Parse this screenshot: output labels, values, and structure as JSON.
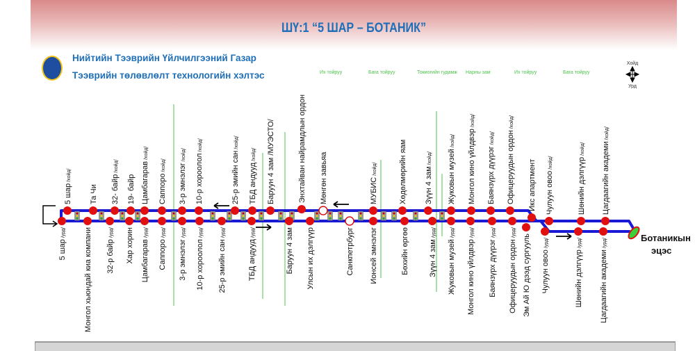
{
  "title": "ШҮ:1 “5 ШАР – БОТАНИК”",
  "organization": {
    "name": "Нийтийн Тээврийн Үйлчилгээний Газар",
    "department": "Тээврийн төлөвлөлт технологийн хэлтэс"
  },
  "compass": {
    "north": "Хойд",
    "south": "Урд"
  },
  "terminal": {
    "line1": "Ботаникын",
    "line2": "эцэс"
  },
  "colors": {
    "route": "#1a1ad6",
    "stop": "#e01010",
    "street": "#4cc44c",
    "terminal": "#3ad03a"
  },
  "north_stops": [
    {
      "name": "5 шар",
      "suffix": "/хойд/"
    },
    {
      "name": "Та Чи",
      "suffix": ""
    },
    {
      "name": "32- байр",
      "suffix": "/хойд/"
    },
    {
      "name": "19- байр",
      "suffix": ""
    },
    {
      "name": "Цамбагарав",
      "suffix": "/хойд/"
    },
    {
      "name": "Саппоро",
      "suffix": "/хойд/"
    },
    {
      "name": "3-р эмнэлэг",
      "suffix": "/хойд/"
    },
    {
      "name": "10-р хороолол",
      "suffix": "/хойд/"
    },
    {
      "name": "25-р эмийн сан",
      "suffix": "/хойд/"
    },
    {
      "name": "ТБД андууд",
      "suffix": "/хойд/"
    },
    {
      "name": "Баруун 4 зам /МУЭСТО/",
      "suffix": ""
    },
    {
      "name": "Энхтайван найрамдлын ордон",
      "suffix": ""
    },
    {
      "name": "Мөнгөн завьяа",
      "suffix": ""
    },
    {
      "name": "МУБИС",
      "suffix": "/хойд/"
    },
    {
      "name": "Хөдөлмөрийн яам",
      "suffix": ""
    },
    {
      "name": "Зүүн 4 зам",
      "suffix": "/хойд/"
    },
    {
      "name": "Жуковын музей",
      "suffix": "/хойд/"
    },
    {
      "name": "Монгол кино үйлдвэр",
      "suffix": "/хойд/"
    },
    {
      "name": "Баянзүрх дүүрэг",
      "suffix": "/хойд/"
    },
    {
      "name": "Офицеруудын ордон",
      "suffix": "/хойд/"
    },
    {
      "name": "Икс апартмент",
      "suffix": ""
    },
    {
      "name": "Чулуун овоо",
      "suffix": "/хойд/"
    },
    {
      "name": "Шөнийн дэлгүүр",
      "suffix": "/хойд/"
    },
    {
      "name": "Цагдаагийн академи",
      "suffix": "/хойд/"
    }
  ],
  "south_stops": [
    {
      "name": "5 шар",
      "suffix": "/урд/"
    },
    {
      "name": "Монгол хьюндай киа компани",
      "suffix": ""
    },
    {
      "name": "32-р байр",
      "suffix": "/урд/"
    },
    {
      "name": "Хар хорин",
      "suffix": ""
    },
    {
      "name": "Цамбагарав",
      "suffix": "/урд/"
    },
    {
      "name": "Саппоро",
      "suffix": "/урд/"
    },
    {
      "name": "3-р эмнэлэг",
      "suffix": "/урд/"
    },
    {
      "name": "10-р хороолол",
      "suffix": "/урд/"
    },
    {
      "name": "25-р эмийн сан",
      "suffix": "/урд/"
    },
    {
      "name": "ТБД андууд",
      "suffix": "/урд/"
    },
    {
      "name": "Баруун 4 зам",
      "suffix": ""
    },
    {
      "name": "Улсын их дэлгүүр",
      "suffix": ""
    },
    {
      "name": "Санкпетрбург",
      "suffix": ""
    },
    {
      "name": "Ионсей эмнэлэг",
      "suffix": ""
    },
    {
      "name": "Бөхийн өргөө",
      "suffix": ""
    },
    {
      "name": "Зүүн 4 зам",
      "suffix": "/урд/"
    },
    {
      "name": "Жуковын музей",
      "suffix": "/урд/"
    },
    {
      "name": "Монгол кино үйлдвэр",
      "suffix": "/урд/"
    },
    {
      "name": "Баянзүрх дүүрэг",
      "suffix": "/урд/"
    },
    {
      "name": "Офицеруудын ордон",
      "suffix": "/урд/"
    },
    {
      "name": "Эм Ай Ю дээд сургууль",
      "suffix": ""
    },
    {
      "name": "Чулуун овоо",
      "suffix": "/урд/"
    },
    {
      "name": "Шөнийн дэлгүүр",
      "suffix": "/урд/"
    },
    {
      "name": "Цагдаагийн академи",
      "suffix": "/урд/"
    }
  ],
  "streets": [
    "Их тойруу",
    "Бага тойруу",
    "Токиогийн гудамж",
    "Нарны зам",
    "Их тойруу",
    "Бага тойруу"
  ]
}
